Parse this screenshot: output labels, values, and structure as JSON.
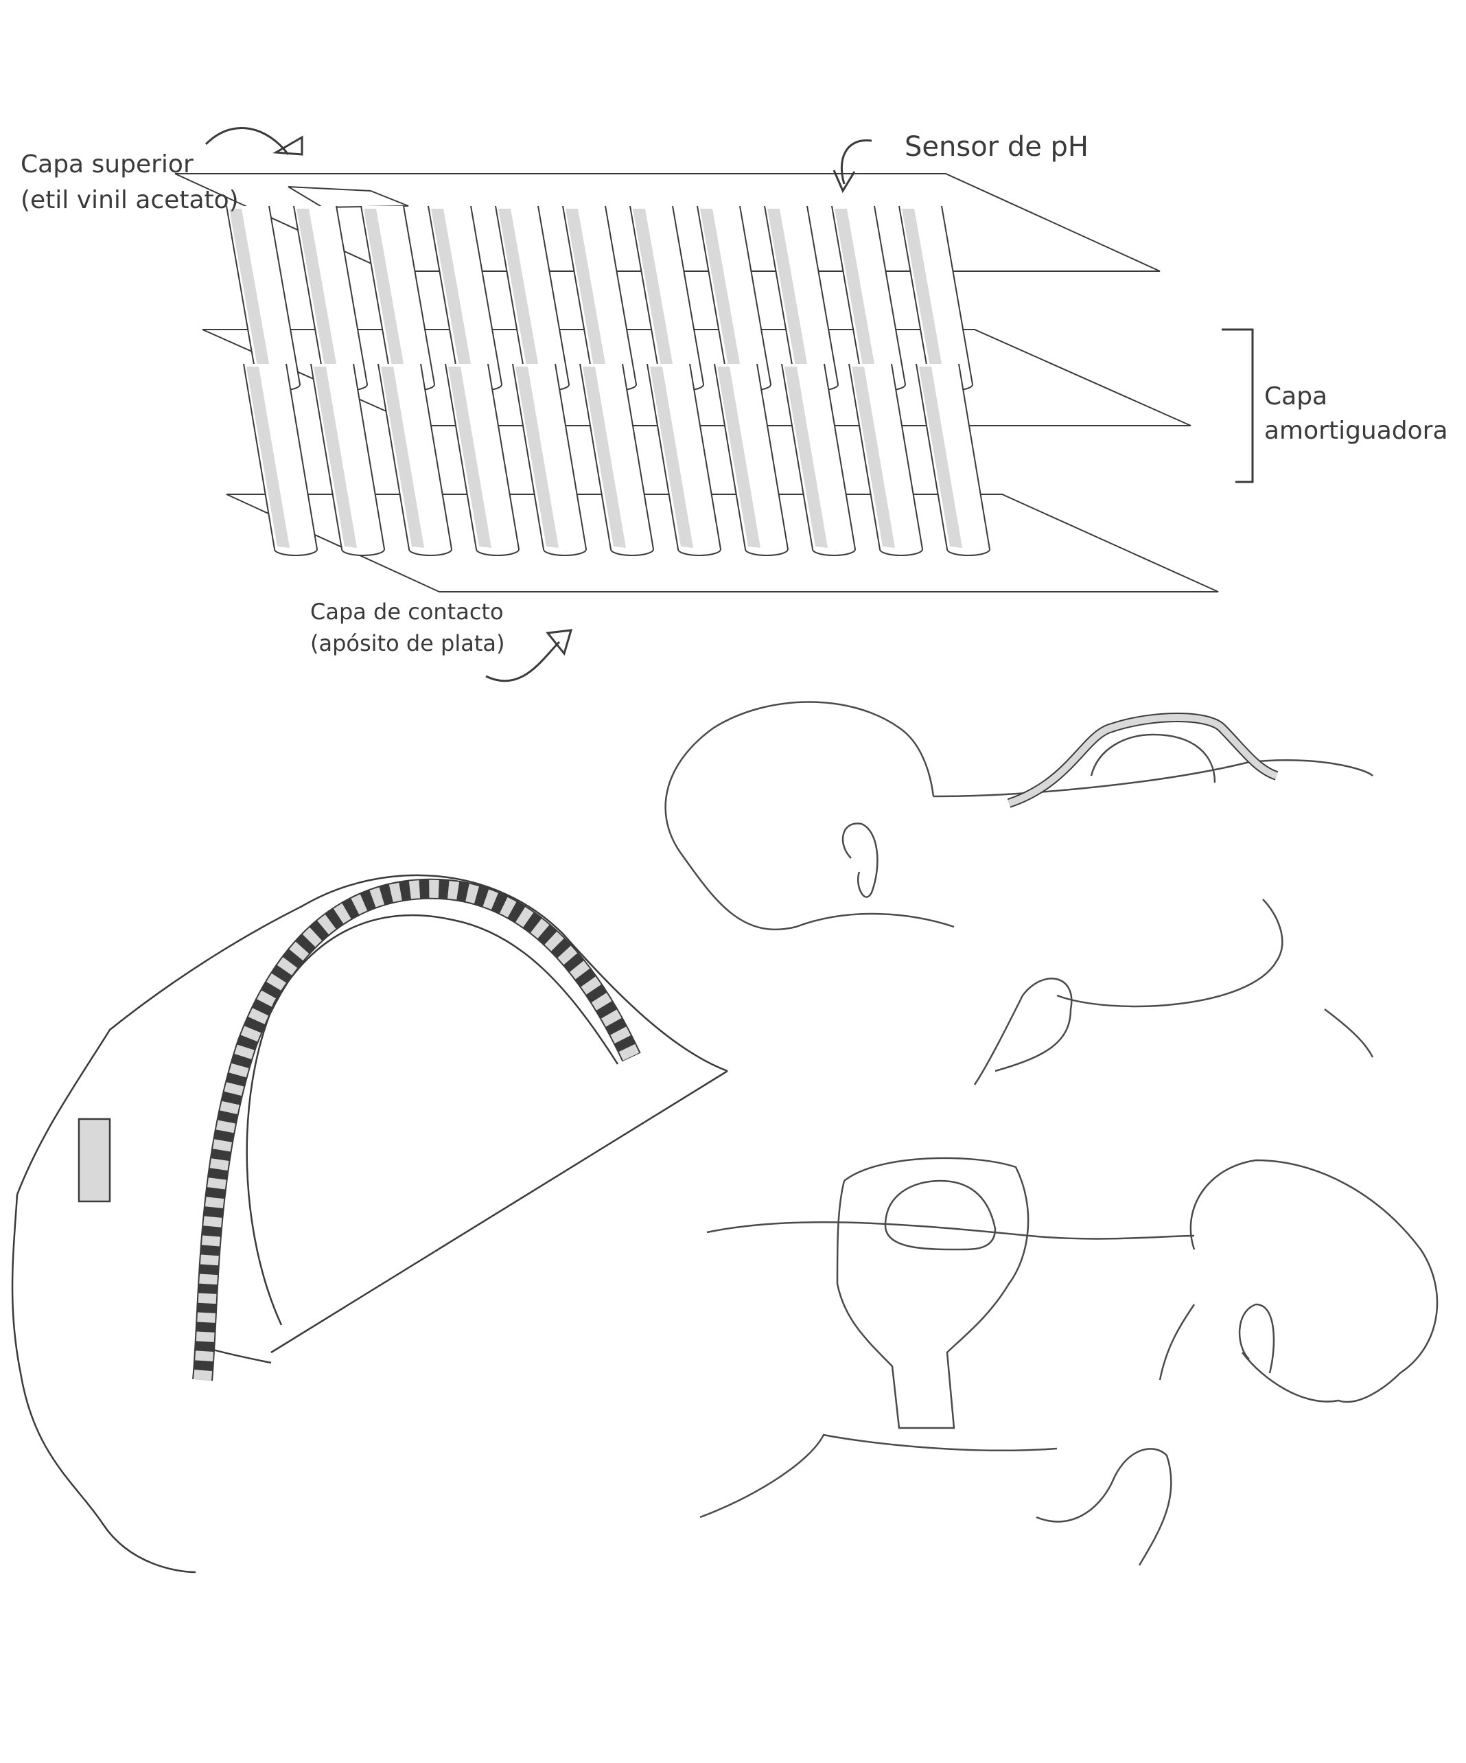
{
  "diagram": {
    "labels": {
      "top_layer": {
        "line1": "Capa superior",
        "line2": "(etil vinil acetato)"
      },
      "ph_sensor": "Sensor de pH",
      "cushion_layer": {
        "line1": "Capa",
        "line2": "amortiguadora"
      },
      "contact_layer": {
        "line1": "Capa de contacto",
        "line2": "(apósito de plata)"
      }
    },
    "colors": {
      "line": "#3a3a3a",
      "shade": "#d9d9d9",
      "background": "#ffffff"
    }
  }
}
